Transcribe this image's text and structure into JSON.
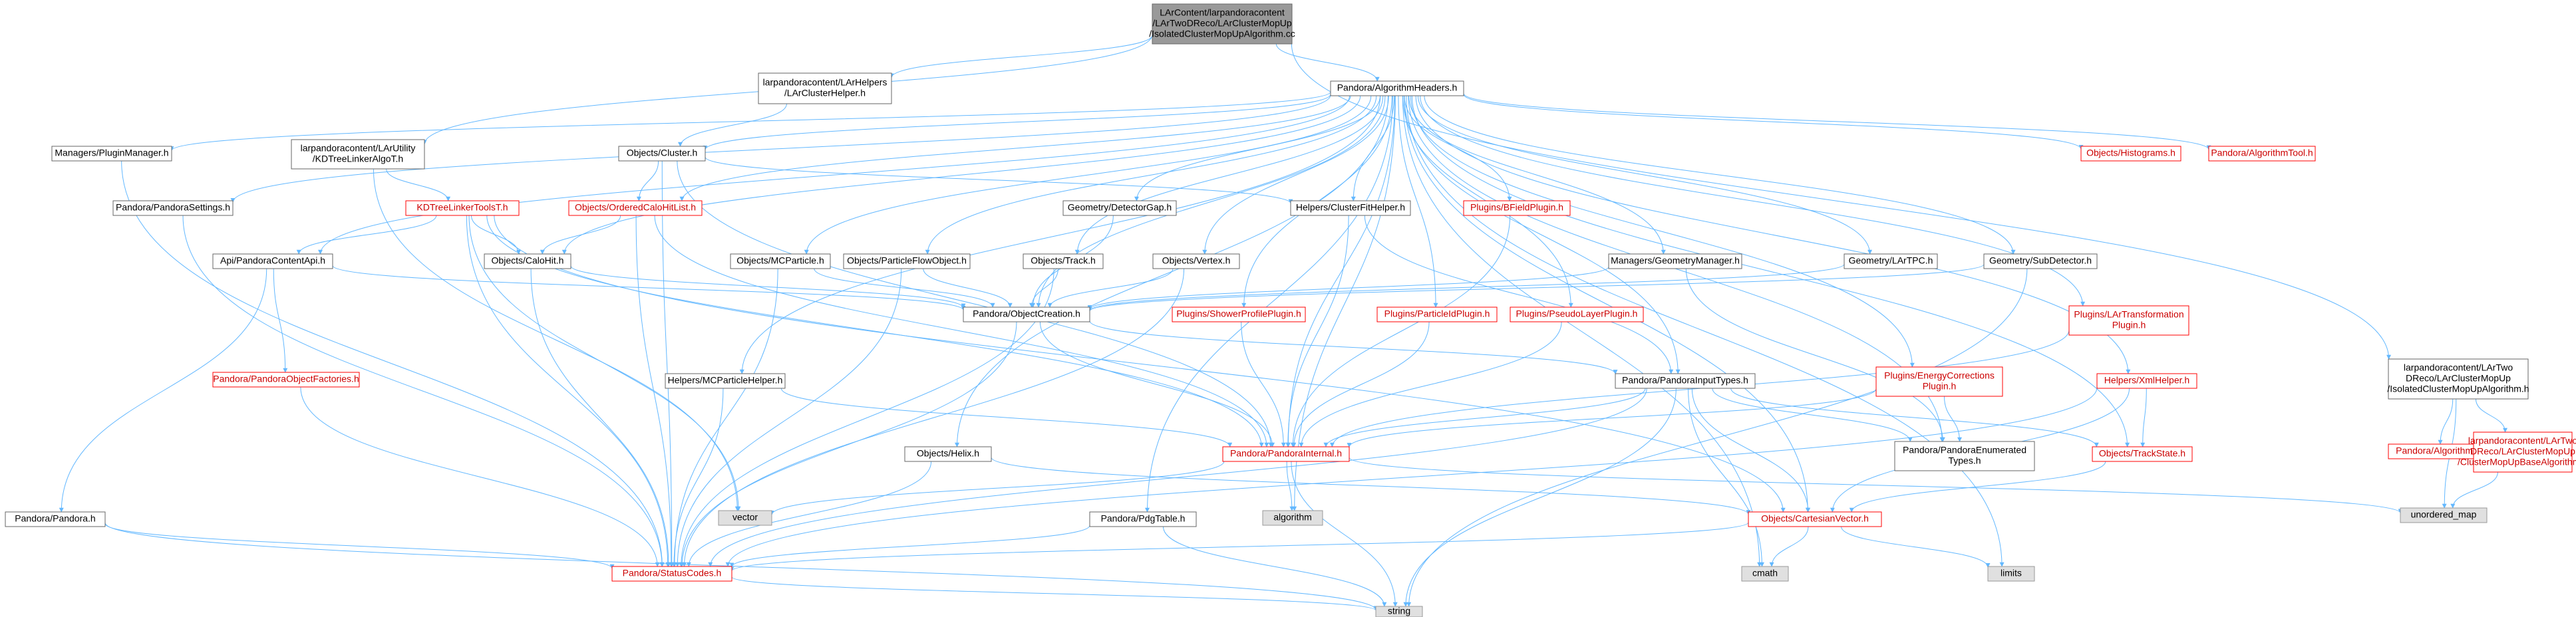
{
  "colors": {
    "edge": "#63b8ff",
    "node_border": "#666666",
    "node_border_red": "#ff0000",
    "node_fill": "#ffffff",
    "focus_fill": "#999999",
    "focus_border": "#666666",
    "gray_fill": "#e0e0e0",
    "gray_border": "#999999",
    "red_text": "#cc0000",
    "text": "#000000"
  },
  "nodes": [
    {
      "id": "root",
      "lines": [
        "LArContent/larpandoracontent",
        "/LArTwoDReco/LArClusterMopUp",
        "/IsolatedClusterMopUpAlgorithm.cc"
      ],
      "style": "focus",
      "interactable": false
    },
    {
      "id": "lar_cluster_helper",
      "lines": [
        "larpandoracontent/LArHelpers",
        "/LArClusterHelper.h"
      ],
      "style": "normal",
      "interactable": true
    },
    {
      "id": "algorithm_headers",
      "lines": [
        "Pandora/AlgorithmHeaders.h"
      ],
      "style": "normal",
      "interactable": true
    },
    {
      "id": "plugin_manager",
      "lines": [
        "Managers/PluginManager.h"
      ],
      "style": "normal",
      "interactable": true
    },
    {
      "id": "kdtree_linker_algo",
      "lines": [
        "larpandoracontent/LArUtility",
        "/KDTreeLinkerAlgoT.h"
      ],
      "style": "normal",
      "interactable": true
    },
    {
      "id": "objects_cluster",
      "lines": [
        "Objects/Cluster.h"
      ],
      "style": "normal",
      "interactable": true
    },
    {
      "id": "objects_histograms",
      "lines": [
        "Objects/Histograms.h"
      ],
      "style": "red",
      "interactable": true
    },
    {
      "id": "algorithm_tool",
      "lines": [
        "Pandora/AlgorithmTool.h"
      ],
      "style": "red",
      "interactable": true
    },
    {
      "id": "pandora_settings",
      "lines": [
        "Pandora/PandoraSettings.h"
      ],
      "style": "normal",
      "interactable": true
    },
    {
      "id": "kdtree_linker_tools",
      "lines": [
        "KDTreeLinkerToolsT.h"
      ],
      "style": "red",
      "interactable": true
    },
    {
      "id": "ordered_calo_hit_list",
      "lines": [
        "Objects/OrderedCaloHitList.h"
      ],
      "style": "red",
      "interactable": true
    },
    {
      "id": "detector_gap",
      "lines": [
        "Geometry/DetectorGap.h"
      ],
      "style": "normal",
      "interactable": true
    },
    {
      "id": "cluster_fit_helper",
      "lines": [
        "Helpers/ClusterFitHelper.h"
      ],
      "style": "normal",
      "interactable": true
    },
    {
      "id": "bfield_plugin",
      "lines": [
        "Plugins/BFieldPlugin.h"
      ],
      "style": "red",
      "interactable": true
    },
    {
      "id": "pandora_content_api",
      "lines": [
        "Api/PandoraContentApi.h"
      ],
      "style": "normal",
      "interactable": true
    },
    {
      "id": "objects_calo_hit",
      "lines": [
        "Objects/CaloHit.h"
      ],
      "style": "normal",
      "interactable": true
    },
    {
      "id": "mc_particle",
      "lines": [
        "Objects/MCParticle.h"
      ],
      "style": "normal",
      "interactable": true
    },
    {
      "id": "particle_flow_object",
      "lines": [
        "Objects/ParticleFlowObject.h"
      ],
      "style": "normal",
      "interactable": true
    },
    {
      "id": "objects_track",
      "lines": [
        "Objects/Track.h"
      ],
      "style": "normal",
      "interactable": true
    },
    {
      "id": "objects_vertex",
      "lines": [
        "Objects/Vertex.h"
      ],
      "style": "normal",
      "interactable": true
    },
    {
      "id": "geometry_manager",
      "lines": [
        "Managers/GeometryManager.h"
      ],
      "style": "normal",
      "interactable": true
    },
    {
      "id": "lar_tpc",
      "lines": [
        "Geometry/LArTPC.h"
      ],
      "style": "normal",
      "interactable": true
    },
    {
      "id": "sub_detector",
      "lines": [
        "Geometry/SubDetector.h"
      ],
      "style": "normal",
      "interactable": true
    },
    {
      "id": "lar_transformation_plugin",
      "lines": [
        "Plugins/LArTransformation",
        "Plugin.h"
      ],
      "style": "red",
      "interactable": true
    },
    {
      "id": "pandora_object_creation",
      "lines": [
        "Pandora/ObjectCreation.h"
      ],
      "style": "normal",
      "interactable": true
    },
    {
      "id": "shower_profile_plugin",
      "lines": [
        "Plugins/ShowerProfilePlugin.h"
      ],
      "style": "red",
      "interactable": true
    },
    {
      "id": "particle_id_plugin",
      "lines": [
        "Plugins/ParticleIdPlugin.h"
      ],
      "style": "red",
      "interactable": true
    },
    {
      "id": "pseudo_layer_plugin",
      "lines": [
        "Plugins/PseudoLayerPlugin.h"
      ],
      "style": "red",
      "interactable": true
    },
    {
      "id": "pandora_object_factories",
      "lines": [
        "Pandora/PandoraObjectFactories.h"
      ],
      "style": "red",
      "interactable": true
    },
    {
      "id": "mc_particle_helper",
      "lines": [
        "Helpers/MCParticleHelper.h"
      ],
      "style": "normal",
      "interactable": true
    },
    {
      "id": "pandora_input_types",
      "lines": [
        "Pandora/PandoraInputTypes.h"
      ],
      "style": "normal",
      "interactable": true
    },
    {
      "id": "energy_corrections_plugin",
      "lines": [
        "Plugins/EnergyCorrections",
        "Plugin.h"
      ],
      "style": "red",
      "interactable": true
    },
    {
      "id": "xml_helper",
      "lines": [
        "Helpers/XmlHelper.h"
      ],
      "style": "red",
      "interactable": true
    },
    {
      "id": "objects_helix",
      "lines": [
        "Objects/Helix.h"
      ],
      "style": "normal",
      "interactable": true
    },
    {
      "id": "pandora_internal",
      "lines": [
        "Pandora/PandoraInternal.h"
      ],
      "style": "red",
      "interactable": true
    },
    {
      "id": "pandora_enumerated_types",
      "lines": [
        "Pandora/PandoraEnumerated",
        "Types.h"
      ],
      "style": "normal",
      "interactable": true
    },
    {
      "id": "objects_track_state",
      "lines": [
        "Objects/TrackState.h"
      ],
      "style": "red",
      "interactable": true
    },
    {
      "id": "pandora_pandora",
      "lines": [
        "Pandora/Pandora.h"
      ],
      "style": "normal",
      "interactable": true
    },
    {
      "id": "vector",
      "lines": [
        "vector"
      ],
      "style": "gray",
      "interactable": false
    },
    {
      "id": "pdg_table",
      "lines": [
        "Pandora/PdgTable.h"
      ],
      "style": "normal",
      "interactable": true
    },
    {
      "id": "algorithm",
      "lines": [
        "algorithm"
      ],
      "style": "gray",
      "interactable": false
    },
    {
      "id": "cartesian_vector",
      "lines": [
        "Objects/CartesianVector.h"
      ],
      "style": "red",
      "interactable": true
    },
    {
      "id": "status_codes",
      "lines": [
        "Pandora/StatusCodes.h"
      ],
      "style": "red",
      "interactable": true
    },
    {
      "id": "cmath",
      "lines": [
        "cmath"
      ],
      "style": "gray",
      "interactable": false
    },
    {
      "id": "limits",
      "lines": [
        "limits"
      ],
      "style": "gray",
      "interactable": false
    },
    {
      "id": "string",
      "lines": [
        "string"
      ],
      "style": "gray",
      "interactable": false
    },
    {
      "id": "isolated_mopup_h",
      "lines": [
        "larpandoracontent/LArTwo",
        "DReco/LArClusterMopUp",
        "/IsolatedClusterMopUpAlgorithm.h"
      ],
      "style": "normal",
      "interactable": true
    },
    {
      "id": "pandora_algorithm",
      "lines": [
        "Pandora/Algorithm.h"
      ],
      "style": "red",
      "interactable": true
    },
    {
      "id": "cluster_mopup_base",
      "lines": [
        "larpandoracontent/LArTwo",
        "DReco/LArClusterMopUp",
        "/ClusterMopUpBaseAlgorithm.h"
      ],
      "style": "red",
      "interactable": true
    },
    {
      "id": "unordered_map",
      "lines": [
        "unordered_map"
      ],
      "style": "gray",
      "interactable": false
    }
  ],
  "edges": [
    [
      "root",
      "lar_cluster_helper"
    ],
    [
      "root",
      "algorithm_headers"
    ],
    [
      "root",
      "kdtree_linker_algo"
    ],
    [
      "root",
      "isolated_mopup_h"
    ],
    [
      "lar_cluster_helper",
      "objects_cluster"
    ],
    [
      "algorithm_headers",
      "plugin_manager"
    ],
    [
      "algorithm_headers",
      "pandora_settings"
    ],
    [
      "algorithm_headers",
      "pandora_content_api"
    ],
    [
      "algorithm_headers",
      "objects_cluster"
    ],
    [
      "algorithm_headers",
      "ordered_calo_hit_list"
    ],
    [
      "algorithm_headers",
      "objects_calo_hit"
    ],
    [
      "algorithm_headers",
      "mc_particle"
    ],
    [
      "algorithm_headers",
      "particle_flow_object"
    ],
    [
      "algorithm_headers",
      "objects_track"
    ],
    [
      "algorithm_headers",
      "detector_gap"
    ],
    [
      "algorithm_headers",
      "objects_vertex"
    ],
    [
      "algorithm_headers",
      "cluster_fit_helper"
    ],
    [
      "algorithm_headers",
      "bfield_plugin"
    ],
    [
      "algorithm_headers",
      "geometry_manager"
    ],
    [
      "algorithm_headers",
      "lar_tpc"
    ],
    [
      "algorithm_headers",
      "sub_detector"
    ],
    [
      "algorithm_headers",
      "objects_histograms"
    ],
    [
      "algorithm_headers",
      "algorithm_tool"
    ],
    [
      "algorithm_headers",
      "lar_transformation_plugin"
    ],
    [
      "algorithm_headers",
      "shower_profile_plugin"
    ],
    [
      "algorithm_headers",
      "particle_id_plugin"
    ],
    [
      "algorithm_headers",
      "pseudo_layer_plugin"
    ],
    [
      "algorithm_headers",
      "mc_particle_helper"
    ],
    [
      "algorithm_headers",
      "pandora_input_types"
    ],
    [
      "algorithm_headers",
      "energy_corrections_plugin"
    ],
    [
      "algorithm_headers",
      "xml_helper"
    ],
    [
      "algorithm_headers",
      "objects_helix"
    ],
    [
      "algorithm_headers",
      "pandora_object_creation"
    ],
    [
      "algorithm_headers",
      "pandora_internal"
    ],
    [
      "algorithm_headers",
      "pdg_table"
    ],
    [
      "algorithm_headers",
      "algorithm"
    ],
    [
      "algorithm_headers",
      "cartesian_vector"
    ],
    [
      "algorithm_headers",
      "cmath"
    ],
    [
      "algorithm_headers",
      "limits"
    ],
    [
      "algorithm_headers",
      "objects_track_state"
    ],
    [
      "algorithm_headers",
      "pandora_enumerated_types"
    ],
    [
      "plugin_manager",
      "status_codes"
    ],
    [
      "pandora_settings",
      "status_codes"
    ],
    [
      "kdtree_linker_algo",
      "kdtree_linker_tools"
    ],
    [
      "kdtree_linker_algo",
      "vector"
    ],
    [
      "objects_cluster",
      "ordered_calo_hit_list"
    ],
    [
      "objects_cluster",
      "cluster_fit_helper"
    ],
    [
      "objects_cluster",
      "status_codes"
    ],
    [
      "objects_cluster",
      "pandora_internal"
    ],
    [
      "kdtree_linker_tools",
      "pandora_content_api"
    ],
    [
      "kdtree_linker_tools",
      "objects_calo_hit"
    ],
    [
      "kdtree_linker_tools",
      "cartesian_vector"
    ],
    [
      "kdtree_linker_tools",
      "vector"
    ],
    [
      "kdtree_linker_tools",
      "status_codes"
    ],
    [
      "kdtree_linker_tools",
      "pandora_internal"
    ],
    [
      "ordered_calo_hit_list",
      "objects_calo_hit"
    ],
    [
      "ordered_calo_hit_list",
      "status_codes"
    ],
    [
      "ordered_calo_hit_list",
      "pandora_internal"
    ],
    [
      "detector_gap",
      "pandora_object_creation"
    ],
    [
      "cluster_fit_helper",
      "pandora_internal"
    ],
    [
      "cluster_fit_helper",
      "pandora_input_types"
    ],
    [
      "bfield_plugin",
      "pandora_internal"
    ],
    [
      "pandora_content_api",
      "pandora_object_creation"
    ],
    [
      "pandora_content_api",
      "pandora_object_factories"
    ],
    [
      "pandora_content_api",
      "pandora_pandora"
    ],
    [
      "objects_calo_hit",
      "pandora_object_creation"
    ],
    [
      "objects_calo_hit",
      "status_codes"
    ],
    [
      "mc_particle",
      "pandora_object_creation"
    ],
    [
      "mc_particle",
      "status_codes"
    ],
    [
      "particle_flow_object",
      "pandora_object_creation"
    ],
    [
      "particle_flow_object",
      "status_codes"
    ],
    [
      "objects_track",
      "pandora_object_creation"
    ],
    [
      "objects_track",
      "status_codes"
    ],
    [
      "objects_vertex",
      "pandora_object_creation"
    ],
    [
      "objects_vertex",
      "status_codes"
    ],
    [
      "geometry_manager",
      "pandora_object_creation"
    ],
    [
      "geometry_manager",
      "pandora_enumerated_types"
    ],
    [
      "lar_tpc",
      "pandora_object_creation"
    ],
    [
      "sub_detector",
      "pandora_object_creation"
    ],
    [
      "sub_detector",
      "string"
    ],
    [
      "lar_transformation_plugin",
      "pandora_internal"
    ],
    [
      "pandora_object_creation",
      "pandora_input_types"
    ],
    [
      "pandora_object_creation",
      "pandora_internal"
    ],
    [
      "pandora_object_creation",
      "status_codes"
    ],
    [
      "shower_profile_plugin",
      "pandora_internal"
    ],
    [
      "particle_id_plugin",
      "pandora_internal"
    ],
    [
      "pseudo_layer_plugin",
      "pandora_internal"
    ],
    [
      "pandora_object_factories",
      "status_codes"
    ],
    [
      "mc_particle_helper",
      "pandora_internal"
    ],
    [
      "mc_particle_helper",
      "status_codes"
    ],
    [
      "pandora_input_types",
      "pandora_internal"
    ],
    [
      "pandora_input_types",
      "pandora_enumerated_types"
    ],
    [
      "pandora_input_types",
      "objects_track_state"
    ],
    [
      "pandora_input_types",
      "cartesian_vector"
    ],
    [
      "pandora_input_types",
      "status_codes"
    ],
    [
      "pandora_input_types",
      "cmath"
    ],
    [
      "pandora_input_types",
      "string"
    ],
    [
      "energy_corrections_plugin",
      "pandora_internal"
    ],
    [
      "energy_corrections_plugin",
      "pandora_enumerated_types"
    ],
    [
      "xml_helper",
      "objects_track_state"
    ],
    [
      "xml_helper",
      "cartesian_vector"
    ],
    [
      "xml_helper",
      "status_codes"
    ],
    [
      "objects_helix",
      "cartesian_vector"
    ],
    [
      "objects_helix",
      "status_codes"
    ],
    [
      "pandora_internal",
      "vector"
    ],
    [
      "pandora_internal",
      "algorithm"
    ],
    [
      "pandora_internal",
      "string"
    ],
    [
      "pandora_internal",
      "unordered_map"
    ],
    [
      "objects_track_state",
      "cartesian_vector"
    ],
    [
      "pandora_pandora",
      "status_codes"
    ],
    [
      "pandora_pandora",
      "string"
    ],
    [
      "pdg_table",
      "status_codes"
    ],
    [
      "pdg_table",
      "string"
    ],
    [
      "cartesian_vector",
      "status_codes"
    ],
    [
      "cartesian_vector",
      "cmath"
    ],
    [
      "cartesian_vector",
      "limits"
    ],
    [
      "status_codes",
      "string"
    ],
    [
      "isolated_mopup_h",
      "pandora_algorithm"
    ],
    [
      "isolated_mopup_h",
      "cluster_mopup_base"
    ],
    [
      "isolated_mopup_h",
      "unordered_map"
    ],
    [
      "cluster_mopup_base",
      "unordered_map"
    ]
  ]
}
